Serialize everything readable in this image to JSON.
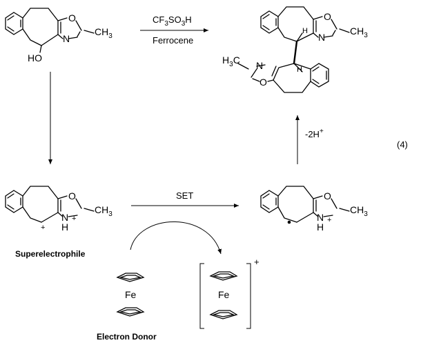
{
  "reagents": {
    "acid": "CF3SO3H",
    "acid_main": "CF",
    "acid_3a": "3",
    "acid_so": "SO",
    "acid_3b": "3",
    "acid_h": "H",
    "donor_reagent": "Ferrocene"
  },
  "step": {
    "set_label": "SET",
    "deprotonation_label": "-2H",
    "deprotonation_charge": "+",
    "equation_number": "(4)"
  },
  "labels": {
    "superelectrophile": "Superelectrophile",
    "electron_donor": "Electron Donor"
  },
  "atoms": {
    "O": "O",
    "N": "N",
    "HO": "HO",
    "H": "H",
    "Fe": "Fe",
    "CH": "CH",
    "three": "3",
    "H3C_H": "H",
    "plus": "+"
  }
}
